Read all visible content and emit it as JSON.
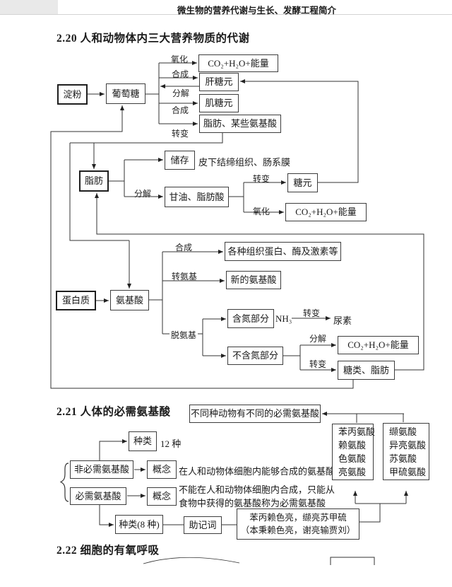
{
  "page": {
    "header_title": "微生物的营养代谢与生长、发酵工程简介"
  },
  "sections": {
    "s220": {
      "heading": "2.20 人和动物体内三大营养物质的代谢"
    },
    "s221": {
      "heading": "2.21  人体的必需氨基酸"
    },
    "s222": {
      "heading": "2.22 细胞的有氧呼吸"
    }
  },
  "d220": {
    "nodes": {
      "dianfen": "淀粉",
      "putaotang": "葡萄糖",
      "co2": "CO₂+H₂O+能量",
      "gantangyuan": "肝糖元",
      "jitangyuan": "肌糖元",
      "zhifang_mouxie": "脂肪、某些氨基酸",
      "zhifang": "脂肪",
      "chucun": "储存",
      "pixia": "皮下结缔组织、肠系膜",
      "ganyou": "甘油、脂肪酸",
      "tangyuan": "糖元",
      "danbaizhi": "蛋白质",
      "anjisuan": "氨基酸",
      "gezhong": "各种组织蛋白、酶及激素等",
      "xinde": "新的氨基酸",
      "handan": "含氮部分",
      "nh3": "NH₃",
      "niaosu": "尿素",
      "buhandan": "不含氮部分",
      "tanglei_zhifang": "糖类、脂肪"
    },
    "labels": {
      "yanghua": "氧化",
      "hecheng": "合成",
      "fenjie": "分解",
      "zhuanbian": "转变",
      "zhuananji": "转氨基",
      "tuoanji": "脱氨基"
    }
  },
  "d221": {
    "top_box": "不同种动物有不同的必需氨基酸",
    "zhonglei": "种类",
    "zhonglei_count": "12 种",
    "fei_bixu": "非必需氨基酸",
    "bixu": "必需氨基酸",
    "gainian": "概念",
    "fei_def": "在人和动物体细胞内能够合成的氨基酸",
    "bixu_def1": "不能在人和动物体细胞内合成，只能从",
    "bixu_def2": "食物中获得的氨基酸称为必需氨基酸",
    "zhonglei8": "种类(8 种)",
    "zhujici": "助记词",
    "mnemonic1": "苯丙赖色亮，缬亮苏甲硫",
    "mnemonic2": "（本秉赖色亮，谢亮输贾刘）",
    "list_left": [
      "苯丙氨酸",
      "赖氨酸",
      "色氨酸",
      "亮氨酸"
    ],
    "list_right": [
      "缬氨酸",
      "异亮氨酸",
      "苏氨酸",
      "甲硫氨酸"
    ]
  }
}
